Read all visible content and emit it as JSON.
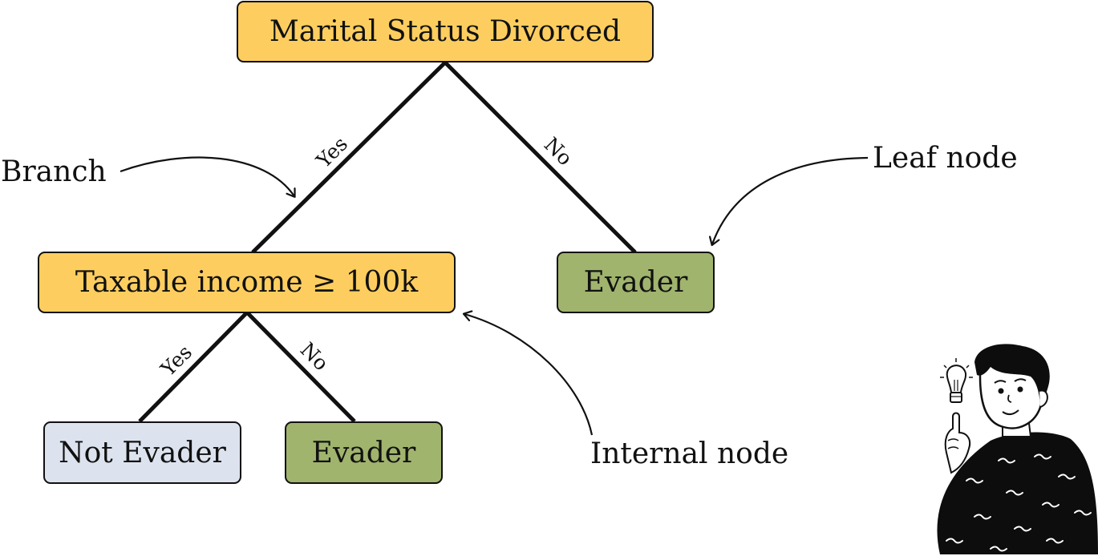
{
  "colors": {
    "decision": "#fdce5f",
    "evader": "#a0b46d",
    "not_evader": "#dde3ee",
    "stroke": "#111111"
  },
  "nodes": {
    "root": "Marital Status Divorced",
    "internal": "Taxable income ≥ 100k",
    "leaf_right": "Evader",
    "leaf_bottom_left": "Not Evader",
    "leaf_bottom_right": "Evader"
  },
  "edges": {
    "root_yes": "Yes",
    "root_no": "No",
    "internal_yes": "Yes",
    "internal_no": "No"
  },
  "annotations": {
    "branch": "Branch",
    "leaf_node": "Leaf node",
    "internal_node": "Internal node"
  },
  "illustration": {
    "icon": "thinking-person-lightbulb"
  }
}
